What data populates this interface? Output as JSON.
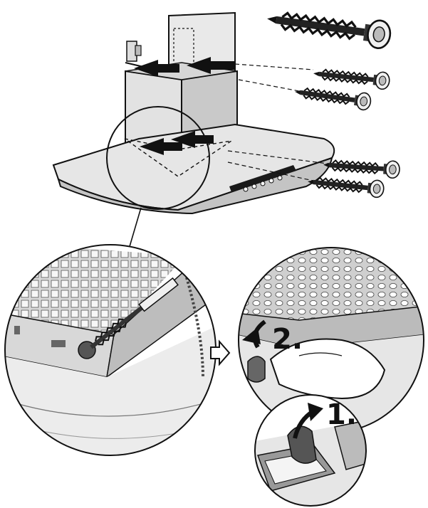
{
  "steps": {
    "step1_label": "1.",
    "step2_label": "2."
  },
  "colors": {
    "line": "#111111",
    "hood_light": "#e4e4e4",
    "hood_mid": "#cfcfcf",
    "hood_dark": "#9a9a9a",
    "background": "#ffffff"
  },
  "icons": {
    "flow_arrow": "hollow-right-arrow",
    "screws": "wall-screw",
    "filter": "grease-filter-grid"
  }
}
